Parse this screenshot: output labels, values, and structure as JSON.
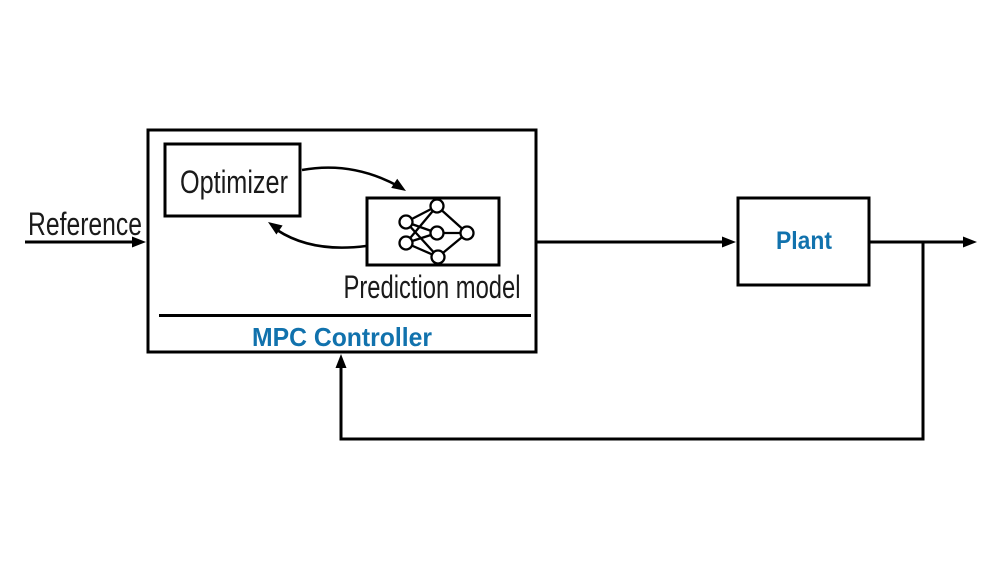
{
  "colors": {
    "accent": "#1172AD",
    "line": "#000000",
    "text": "#1A1A1A",
    "background": "#FFFFFF"
  },
  "inputs": {
    "reference": {
      "label": "Reference"
    }
  },
  "blocks": {
    "mpc_controller": {
      "label": "MPC Controller"
    },
    "optimizer": {
      "label": "Optimizer"
    },
    "prediction_model": {
      "label": "Prediction model",
      "icon": "neural-network-icon"
    },
    "plant": {
      "label": "Plant"
    }
  },
  "connections": [
    {
      "from": "reference",
      "to": "mpc_controller",
      "style": "straight-arrow"
    },
    {
      "from": "optimizer",
      "to": "prediction_model",
      "style": "curved-arrow"
    },
    {
      "from": "prediction_model",
      "to": "optimizer",
      "style": "curved-arrow"
    },
    {
      "from": "mpc_controller",
      "to": "plant",
      "style": "straight-arrow"
    },
    {
      "from": "plant",
      "to": "output",
      "style": "straight-arrow"
    },
    {
      "from": "plant",
      "to": "mpc_controller",
      "style": "feedback-loop"
    }
  ]
}
